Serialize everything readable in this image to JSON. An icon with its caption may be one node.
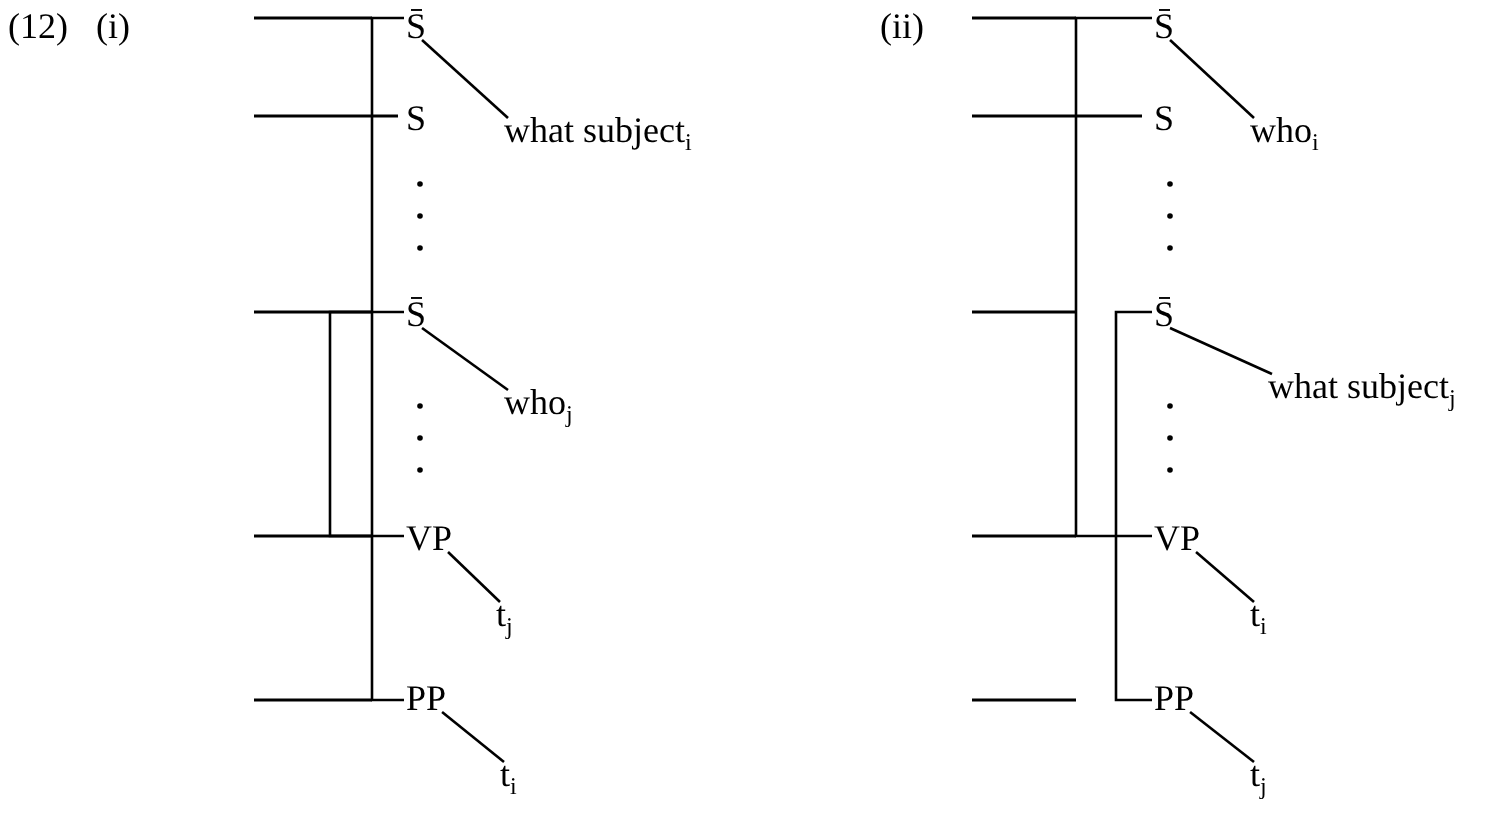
{
  "diagram": {
    "nodes": [
      {
        "text": [
          "S̄"
        ]
      },
      {
        "text": [
          "what subject$_{i}$"
        ]
      },
      {
        "text": [
          "S"
        ]
      },
      {
        "text": [
          "S̄"
        ]
      },
      {
        "text": [
          "who$_{j}$"
        ]
      },
      {
        "text": [
          "VP"
        ]
      },
      {
        "text": [
          "t$_{j}$"
        ]
      },
      {
        "text": [
          "PP"
        ]
      },
      {
        "text": [
          "t$_{i}$"
        ]
      },
      {
        "text": [
          "S̄"
        ]
      },
      {
        "text": [
          "S"
        ]
      },
      {
        "text": [
          "who$_{i}$"
        ]
      },
      {
        "text": [
          "S̄"
        ]
      },
      {
        "text": [
          "what subject$_{j}$"
        ]
      },
      {
        "text": [
          "VP"
        ]
      },
      {
        "text": [
          "t$_{i}$"
        ]
      },
      {
        "text": [
          "PP"
        ]
      },
      {
        "text": [
          "t$_{j}$"
        ]
      }
    ],
    "edges": [
      {
        "from": 0,
        "to": 1,
        "arrow": "none"
      },
      {
        "from": 3,
        "to": 4,
        "arrow": "none"
      },
      {
        "from": 5,
        "to": 6,
        "arrow": "none"
      },
      {
        "from": 7,
        "to": 8,
        "arrow": "none"
      },
      {
        "from": 9,
        "to": 11,
        "arrow": "none"
      },
      {
        "from": 12,
        "to": 13,
        "arrow": "none"
      },
      {
        "from": 14,
        "to": 15,
        "arrow": "none"
      },
      {
        "from": 16,
        "to": 17,
        "arrow": "none"
      },
      {
        "from": 0,
        "to": 7,
        "arrow": "none"
      },
      {
        "from": 3,
        "to": 5,
        "arrow": "none"
      },
      {
        "from": 9,
        "to": 14,
        "arrow": "none"
      },
      {
        "from": 12,
        "to": 16,
        "arrow": "none"
      }
    ],
    "labels": [
      "(12)",
      "(i)",
      "(ii)"
    ]
  }
}
